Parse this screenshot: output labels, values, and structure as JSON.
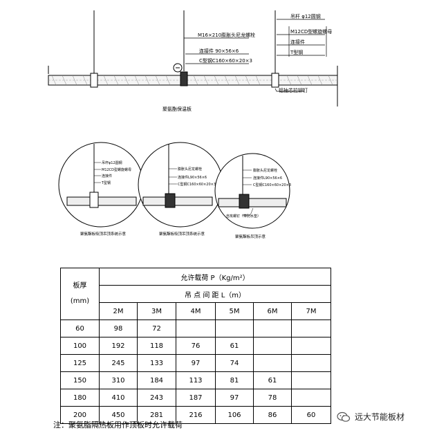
{
  "top_drawing": {
    "labels": {
      "m16": "M16×210膨胀头尼龙螺栓",
      "conn": "连接件 90×56×6",
      "cbar": "C型钢C160×60×20×3",
      "hanger": "吊杆 φ12圆钢",
      "m12": "M12CD型螺旋螺母",
      "conn2": "连接件",
      "tbar": "T型钢",
      "rivet": "铝抽芯拉铆钉"
    },
    "caption": "聚氨酯保温板"
  },
  "details": [
    {
      "labels": [
        "吊杆φ12圆钢",
        "M12CD型螺旋螺母",
        "连接件",
        "T型钢"
      ],
      "caption": "聚氨酯板吸顶吊顶系统示意"
    },
    {
      "labels": [
        "膨胀头尼龙螺栓",
        "连接件L90×56×6",
        "C型钢C160×60×20×3"
      ],
      "caption": "聚氨酯板吸顶吊顶系统示意"
    },
    {
      "labels": [
        "膨胀头尼龙螺栓",
        "连接件L90×56×6",
        "C型钢C160×60×20×3"
      ],
      "callout": "自攻螺钉（带防水垫）",
      "caption": "聚氨酯板吊顶示意"
    }
  ],
  "table": {
    "thickness_label": "板厚",
    "thickness_unit": "(mm)",
    "load_header": "允许载荷 P（Kg/m²）",
    "span_header": "吊   点   间   距 L（m）",
    "spans": [
      "2M",
      "3M",
      "4M",
      "5M",
      "6M",
      "7M"
    ],
    "rows": [
      {
        "t": "60",
        "v": [
          "98",
          "72",
          "",
          "",
          "",
          ""
        ]
      },
      {
        "t": "100",
        "v": [
          "192",
          "118",
          "76",
          "61",
          "",
          ""
        ]
      },
      {
        "t": "125",
        "v": [
          "245",
          "133",
          "97",
          "74",
          "",
          ""
        ]
      },
      {
        "t": "150",
        "v": [
          "310",
          "184",
          "113",
          "81",
          "61",
          ""
        ]
      },
      {
        "t": "180",
        "v": [
          "410",
          "243",
          "187",
          "97",
          "78",
          ""
        ]
      },
      {
        "t": "200",
        "v": [
          "450",
          "281",
          "216",
          "106",
          "86",
          "60"
        ]
      }
    ]
  },
  "footnote": "注：聚氨脂隔热板用作顶板时允许载荷",
  "brand": {
    "name": "远大节能板材",
    "icon": "wechat-icon"
  }
}
